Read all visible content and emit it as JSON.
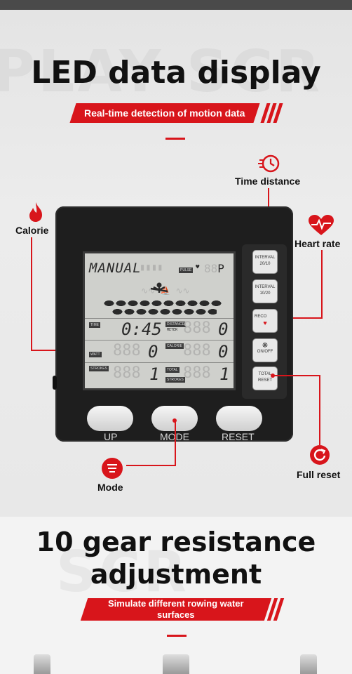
{
  "header": {
    "watermark": "PLAY SCR",
    "title": "LED data display",
    "subtitle": "Real-time detection of motion data"
  },
  "callouts": {
    "time_distance": "Time distance",
    "calorie": "Calorie",
    "heart_rate": "Heart rate",
    "mode": "Mode",
    "full_reset": "Full reset"
  },
  "lcd": {
    "mode_text": "MANUAL",
    "pulse_label": "PULSE",
    "time_label": "TIME",
    "time_value": "0:45",
    "distance_label": "DISTANCE",
    "meter_label": "METER",
    "distance_value": "0",
    "watt_label": "WATT",
    "watt_value": "0",
    "calorie_label": "CALORIE",
    "calorie_value": "0",
    "strokes_label": "STROKES",
    "strokes_value": "1",
    "total_label": "TOTAL",
    "total_strokes_label": "STROKES",
    "total_strokes_value": "1"
  },
  "side_buttons": {
    "interval1_line1": "INTERVAL",
    "interval1_line2": "20/10",
    "interval2_line1": "INTERVAL",
    "interval2_line2": "10/20",
    "recovery": "RECO",
    "onoff": "ON/OFF",
    "total_line1": "TOTAL",
    "total_line2": "RESET"
  },
  "main_buttons": {
    "up": "UP",
    "mode": "MODE",
    "reset": "RESET"
  },
  "section2": {
    "watermark": "SCR",
    "title_line1": "10 gear resistance",
    "title_line2": "adjustment",
    "subtitle_line1": "Simulate different rowing water",
    "subtitle_line2": "surfaces"
  },
  "colors": {
    "accent": "#d8151b",
    "device": "#1e1e1e",
    "lcd": "#cfd0cc"
  },
  "icons": [
    "timer-icon",
    "flame-icon",
    "heartbeat-icon",
    "menu-icon",
    "reset-icon",
    "heart-icon",
    "snowflake-icon"
  ]
}
